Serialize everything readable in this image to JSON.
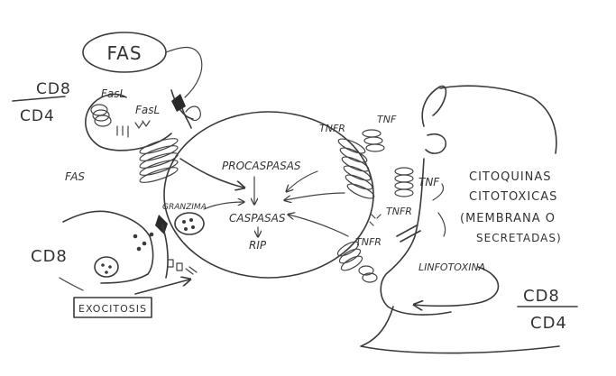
{
  "labels": {
    "fas": "FAS",
    "cd8_cd4_left_top": "CD8",
    "cd8_cd4_left_bottom": "CD4",
    "fasl_1": "FasL",
    "fasl_2": "FasL",
    "fas_receptor": "FAS",
    "granzima": "GRANZIMA",
    "procaspasas": "PROCASPASAS",
    "caspasas": "CASPASAS",
    "rip": "RIP",
    "cd8_left": "CD8",
    "exocitosis": "EXOCITOSIS",
    "tnfr_top": "TNFR",
    "tnf_top": "TNF",
    "tnf_mid": "TNF",
    "tnfr_mid": "TNFR",
    "tnfr_low": "TNFR",
    "linfotoxina": "LINFOTOXINA",
    "citoquinas_1": "CITOQUINAS",
    "citoquinas_2": "CITOTOXICAS",
    "citoquinas_3": "(MEMBRANA O",
    "citoquinas_4": "SECRETADAS)",
    "cd8_cd4_right_top": "CD8",
    "cd8_cd4_right_bottom": "CD4"
  },
  "colors": {
    "ink": "#3a3a3a",
    "background": "#ffffff"
  }
}
